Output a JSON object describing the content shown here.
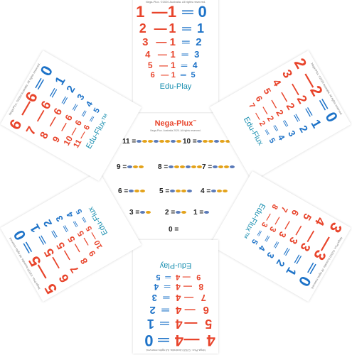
{
  "copyright": "Nega-Plux. ©2020 Australia. All rights reserved.",
  "brand_label": "Edu-Play",
  "brand_label_tm": "Edu-Flux™",
  "center": {
    "title": "Nega-Plux",
    "title_tm": "™",
    "subtitle": "Nega-Plux. Australia 2020. All rights reserved.",
    "answer_label": "0 ="
  },
  "panels": [
    {
      "angle": 0,
      "brand": "Edu-Play",
      "minuend": 1,
      "subtrahend": 1,
      "rows": [
        {
          "a": "1",
          "b": "1",
          "r": "0"
        },
        {
          "a": "2",
          "b": "1",
          "r": "1"
        },
        {
          "a": "3",
          "b": "1",
          "r": "2"
        },
        {
          "a": "4",
          "b": "1",
          "r": "3"
        },
        {
          "a": "5",
          "b": "1",
          "r": "4"
        },
        {
          "a": "6",
          "b": "1",
          "r": "5"
        }
      ]
    },
    {
      "angle": 60,
      "brand": "Edu-Flux",
      "rows": [
        {
          "a": "2",
          "b": "2",
          "r": "0"
        },
        {
          "a": "3",
          "b": "2",
          "r": "1"
        },
        {
          "a": "4",
          "b": "2",
          "r": "2"
        },
        {
          "a": "5",
          "b": "2",
          "r": "3"
        },
        {
          "a": "6",
          "b": "2",
          "r": "4"
        },
        {
          "a": "7",
          "b": "2",
          "r": "5"
        }
      ]
    },
    {
      "angle": 120,
      "brand": "Edu-Flux™",
      "rows": [
        {
          "a": "3",
          "b": "3",
          "r": "0"
        },
        {
          "a": "4",
          "b": "3",
          "r": "1"
        },
        {
          "a": "5",
          "b": "3",
          "r": "2"
        },
        {
          "a": "6",
          "b": "3",
          "r": "3"
        },
        {
          "a": "7",
          "b": "3",
          "r": "4"
        },
        {
          "a": "8",
          "b": "3",
          "r": "5"
        }
      ]
    },
    {
      "angle": 180,
      "brand": "Edu-Play",
      "rows": [
        {
          "a": "4",
          "b": "4",
          "r": "0"
        },
        {
          "a": "5",
          "b": "4",
          "r": "1"
        },
        {
          "a": "6",
          "b": "4",
          "r": "2"
        },
        {
          "a": "7",
          "b": "4",
          "r": "3"
        },
        {
          "a": "8",
          "b": "4",
          "r": "4"
        },
        {
          "a": "9",
          "b": "4",
          "r": "5"
        }
      ]
    },
    {
      "angle": 240,
      "brand": "Edu-Flux",
      "rows": [
        {
          "a": "5",
          "b": "5",
          "r": "0"
        },
        {
          "a": "6",
          "b": "5",
          "r": "1"
        },
        {
          "a": "7",
          "b": "5",
          "r": "2"
        },
        {
          "a": "8",
          "b": "5",
          "r": "3"
        },
        {
          "a": "9",
          "b": "5",
          "r": "4"
        },
        {
          "a": "10",
          "b": "5",
          "r": "5"
        }
      ]
    },
    {
      "angle": 300,
      "brand": "Edu-Flux™",
      "rows": [
        {
          "a": "6",
          "b": "6",
          "r": "0"
        },
        {
          "a": "7",
          "b": "6",
          "r": "1"
        },
        {
          "a": "8",
          "b": "6",
          "r": "2"
        },
        {
          "a": "9",
          "b": "6",
          "r": "3"
        },
        {
          "a": "10",
          "b": "6",
          "r": "4"
        },
        {
          "a": "11",
          "b": "6",
          "r": "5"
        }
      ]
    }
  ],
  "examples": [
    {
      "n": "11 =",
      "fish": 8
    },
    {
      "n": "10 =",
      "fish": 8
    },
    {
      "n": "9 =",
      "fish": 3
    },
    {
      "n": "8 =",
      "fish": 6
    },
    {
      "n": "7 =",
      "fish": 4
    },
    {
      "n": "6 =",
      "fish": 3
    },
    {
      "n": "5 =",
      "fish": 4
    },
    {
      "n": "4 =",
      "fish": 3
    },
    {
      "n": "3 =",
      "fish": 2
    },
    {
      "n": "2 =",
      "fish": 2
    },
    {
      "n": "1 =",
      "fish": 1
    }
  ],
  "colors": {
    "minus_sign": "#e8442b",
    "equals_sign": "#1e73c8",
    "ring": "#2bb3d6"
  }
}
